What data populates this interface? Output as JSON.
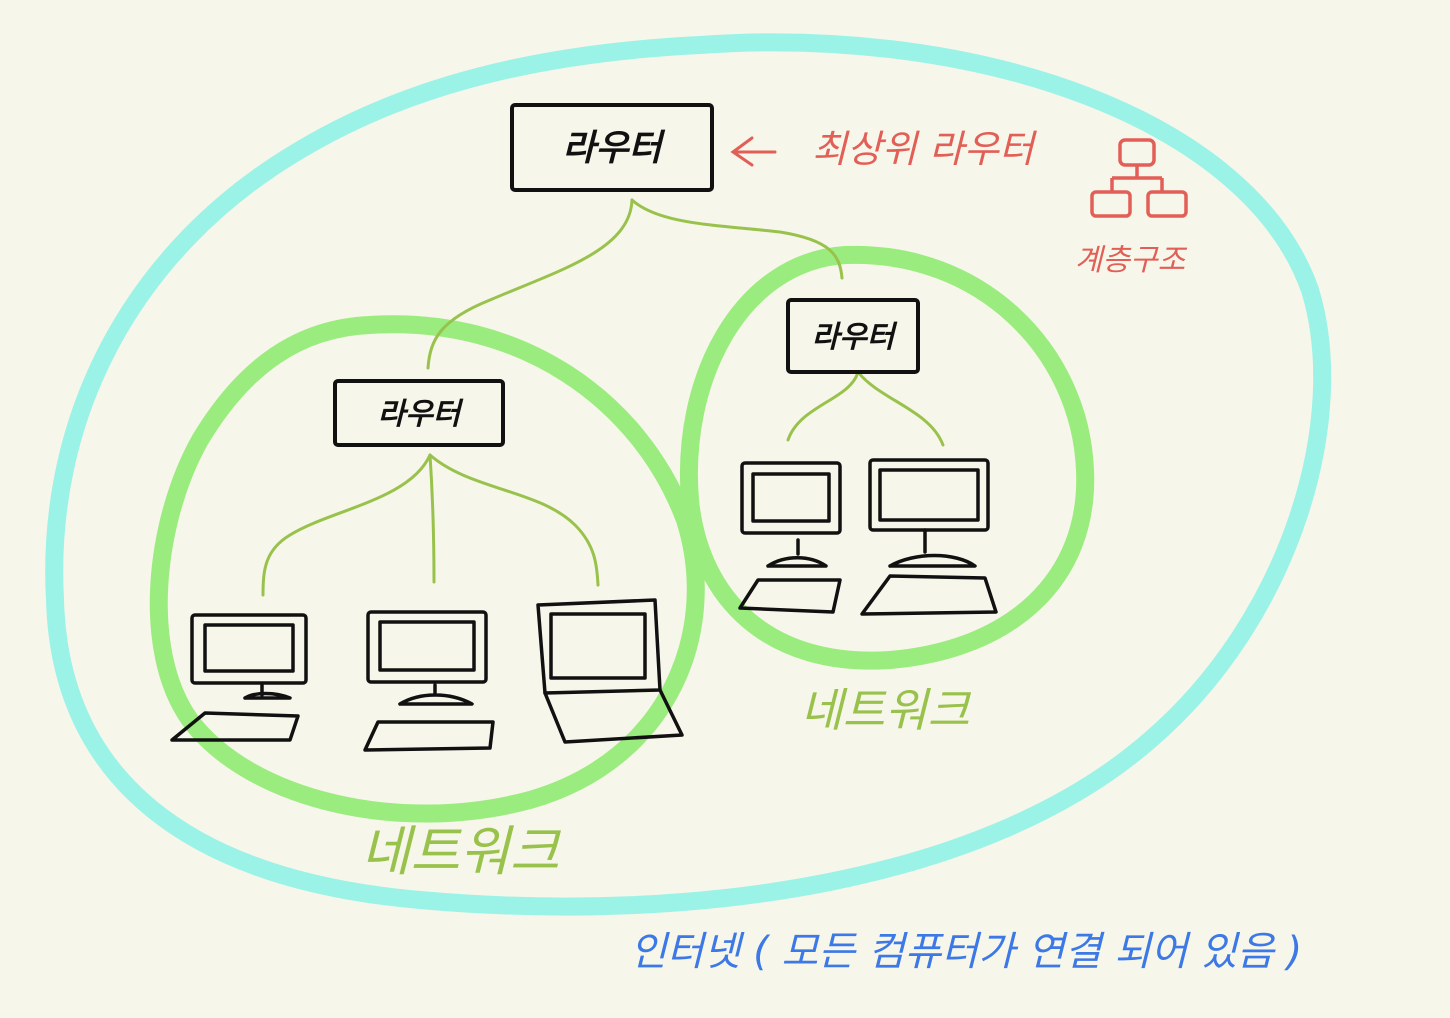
{
  "diagram": {
    "top_router": {
      "label": "라우터"
    },
    "left_router": {
      "label": "라우터"
    },
    "right_router": {
      "label": "라우터"
    },
    "top_router_note": "최상위 라우터",
    "hierarchy_caption": "계층구조",
    "left_network_label": "네트워크",
    "right_network_label": "네트워크",
    "internet_caption": "인터넷 ( 모든 컴퓨터가 연결 되어 있음 )",
    "colors": {
      "internet_ring": "#9af3e6",
      "network_ring": "#9bec7e",
      "link": "#99c24d",
      "note_red": "#e25f57",
      "caption_blue": "#3c78e6",
      "ink": "#111111"
    },
    "icons": [
      "hierarchy-icon",
      "left-arrow-icon",
      "desktop-computer-icon",
      "laptop-icon"
    ]
  }
}
